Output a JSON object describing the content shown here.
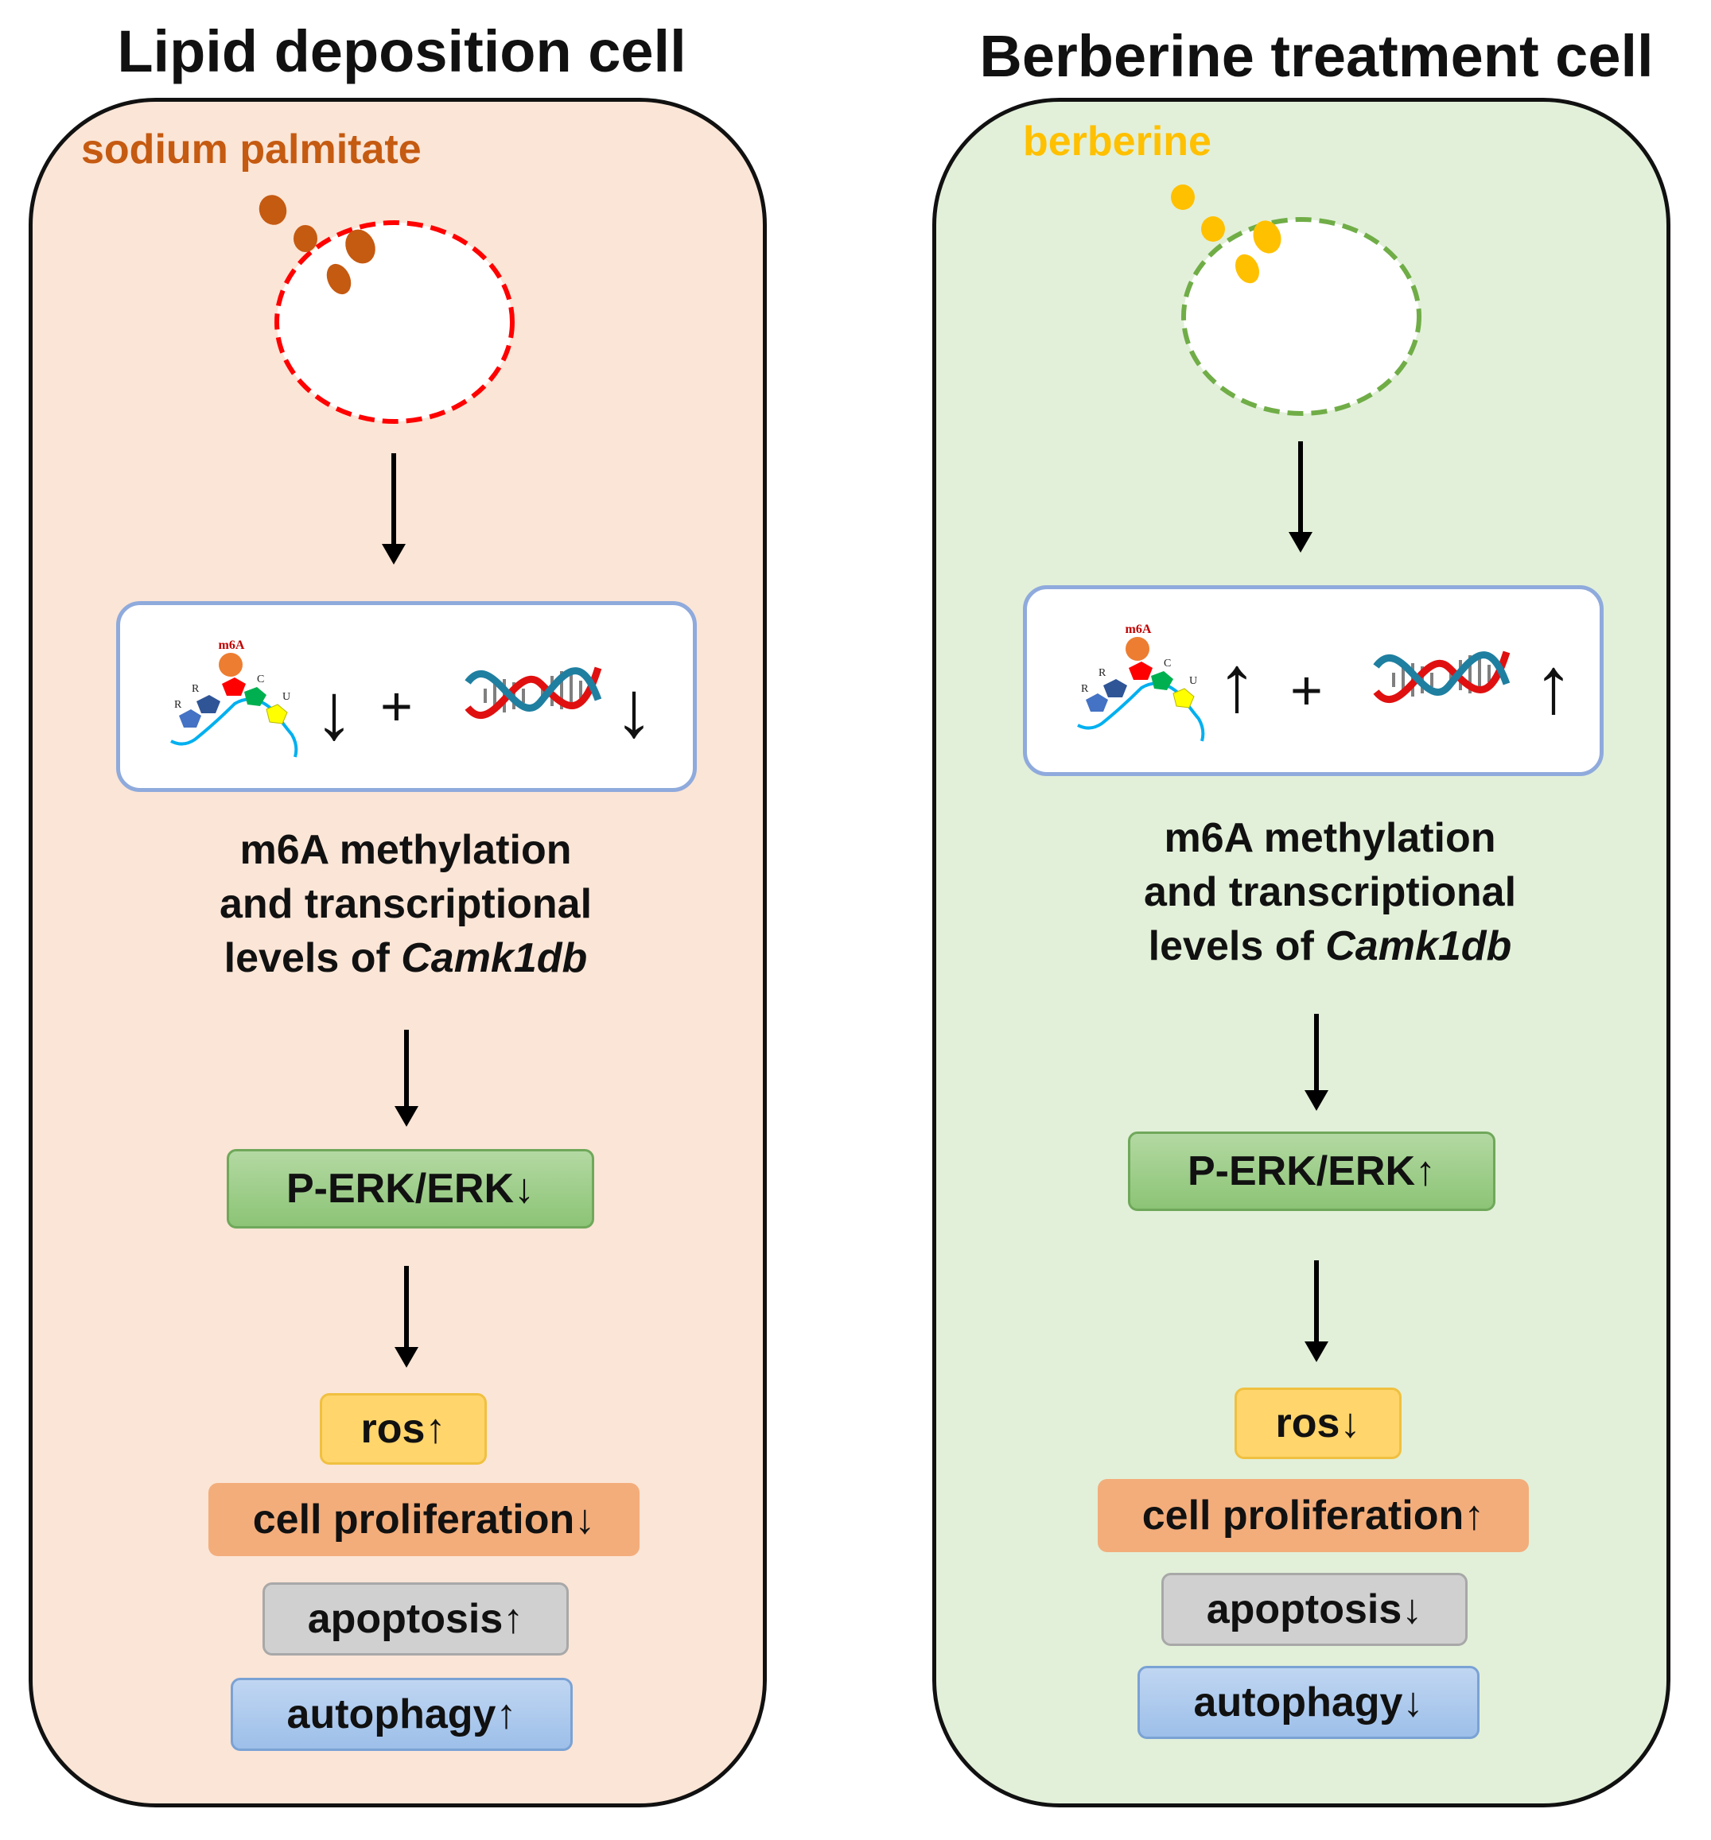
{
  "panels": [
    {
      "title": "Lipid deposition cell",
      "agent": "sodium palmitate",
      "m6a_label": "m6A",
      "bases": [
        "R",
        "R",
        "C",
        "U"
      ],
      "plus": "+",
      "mod_arrow": "↓",
      "expr_arrow": "↓",
      "desc_line1": "m6A methylation",
      "desc_line2": "and transcriptional",
      "desc_line3_prefix": "levels of ",
      "desc_gene": "Camk1db",
      "perk": "P-ERK/ERK↓",
      "ros": "ros↑",
      "prolif": "cell proliferation↓",
      "apoptosis": "apoptosis↑",
      "autophagy": "autophagy↑"
    },
    {
      "title": "Berberine treatment cell",
      "agent": "berberine",
      "m6a_label": "m6A",
      "bases": [
        "R",
        "R",
        "C",
        "U"
      ],
      "plus": "+",
      "mod_arrow": "↑",
      "expr_arrow": "↑",
      "desc_line1": "m6A methylation",
      "desc_line2": "and transcriptional",
      "desc_line3_prefix": "levels of ",
      "desc_gene": "Camk1db",
      "perk": "P-ERK/ERK↑",
      "ros": "ros↓",
      "prolif": "cell proliferation↑",
      "apoptosis": "apoptosis↓",
      "autophagy": "autophagy↓"
    }
  ],
  "colors": {
    "left_bg": "#fbe5d6",
    "right_bg": "#e2f0d9",
    "left_agent": "#c55a11",
    "right_agent": "#ffc000",
    "left_membrane": "#ff0000",
    "right_membrane": "#70ad47"
  }
}
